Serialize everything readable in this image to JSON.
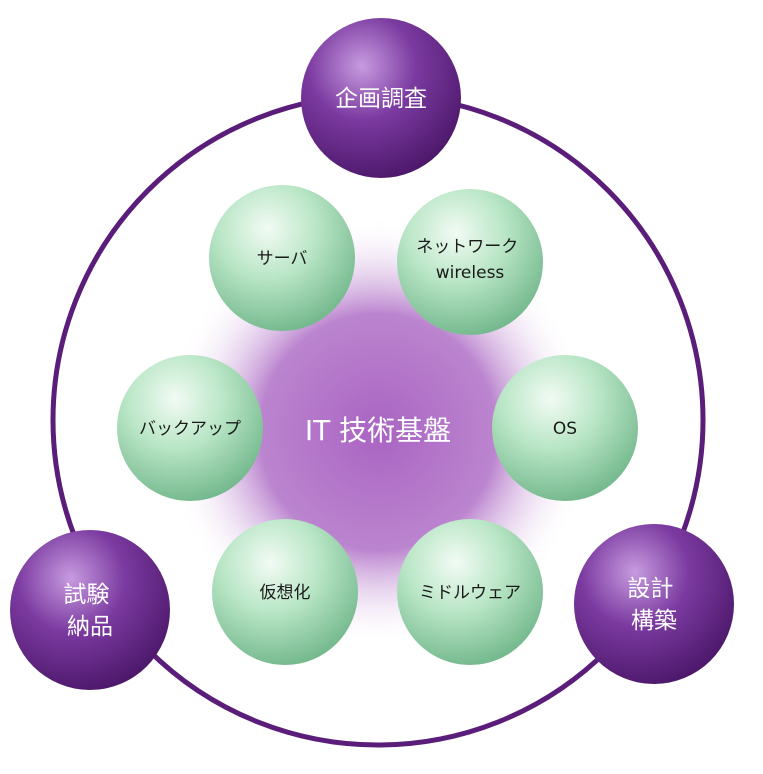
{
  "center": {
    "label": "IT 技術基盤"
  },
  "outer_nodes": [
    {
      "id": "planning",
      "lines": [
        "企画調査"
      ]
    },
    {
      "id": "design",
      "lines": [
        "設計",
        "構築"
      ]
    },
    {
      "id": "testing",
      "lines": [
        "試験",
        "納品"
      ]
    }
  ],
  "inner_nodes": [
    {
      "id": "server",
      "lines": [
        "サーバ"
      ]
    },
    {
      "id": "network",
      "lines": [
        "ネットワーク",
        "wireless"
      ]
    },
    {
      "id": "os",
      "lines": [
        "OS"
      ]
    },
    {
      "id": "middleware",
      "lines": [
        "ミドルウェア"
      ]
    },
    {
      "id": "virtualization",
      "lines": [
        "仮想化"
      ]
    },
    {
      "id": "backup",
      "lines": [
        "バックアップ"
      ]
    }
  ],
  "colors": {
    "ring": "#5a1d7a",
    "purple_light": "#c79be0",
    "purple_dark": "#4a1668",
    "green_light": "#f2fbf4",
    "green_mid": "#b9e6c6",
    "green_dark": "#6fb589",
    "glow": "#a55cbf"
  }
}
